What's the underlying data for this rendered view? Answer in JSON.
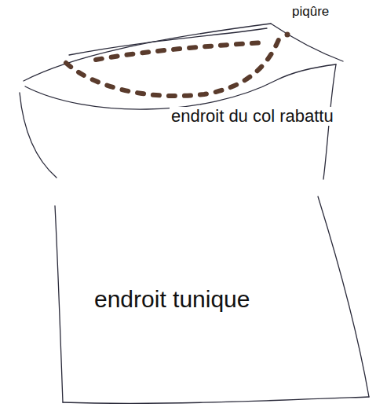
{
  "diagram": {
    "labels": [
      "piqûre",
      "endroit du col rabattu",
      "endroit tunique"
    ]
  }
}
